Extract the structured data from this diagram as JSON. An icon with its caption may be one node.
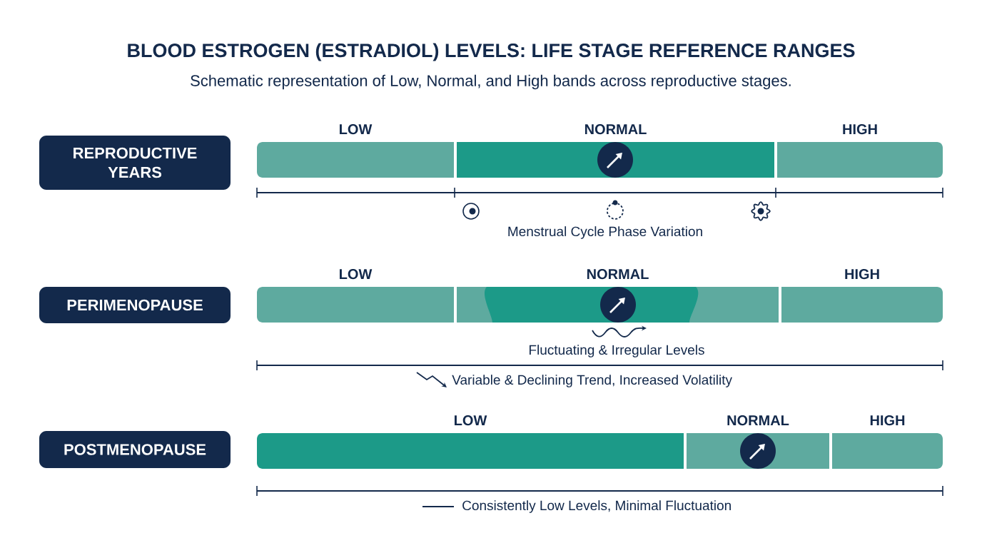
{
  "diagram": {
    "title": "BLOOD ESTROGEN (ESTRADIOL) LEVELS: LIFE STAGE REFERENCE RANGES",
    "caption": "Schematic representation of Low, Normal, and High bands across reproductive stages.",
    "nodes": [
      {
        "text": [
          "REPRODUCTIVE YEARS"
        ]
      },
      {
        "text": [
          "LOW"
        ]
      },
      {
        "text": [
          "NORMAL"
        ]
      },
      {
        "text": [
          "HIGH"
        ]
      },
      {
        "text": [
          "PERIMENOPAUSE"
        ]
      },
      {
        "text": [
          "LOW"
        ]
      },
      {
        "text": [
          "NORMAL"
        ]
      },
      {
        "text": [
          "HIGH"
        ]
      },
      {
        "text": [
          "POSTMENOPAUSE"
        ]
      },
      {
        "text": [
          "LOW"
        ]
      },
      {
        "text": [
          "NORMAL"
        ]
      },
      {
        "text": [
          "HIGH"
        ]
      }
    ],
    "labels": [
      "Menstrual Cycle Phase Variation",
      "Fluctuating & Irregular Levels",
      "Variable & Declining Trend, Increased Volatility",
      "Consistently Low Levels, Minimal Fluctuation"
    ]
  }
}
